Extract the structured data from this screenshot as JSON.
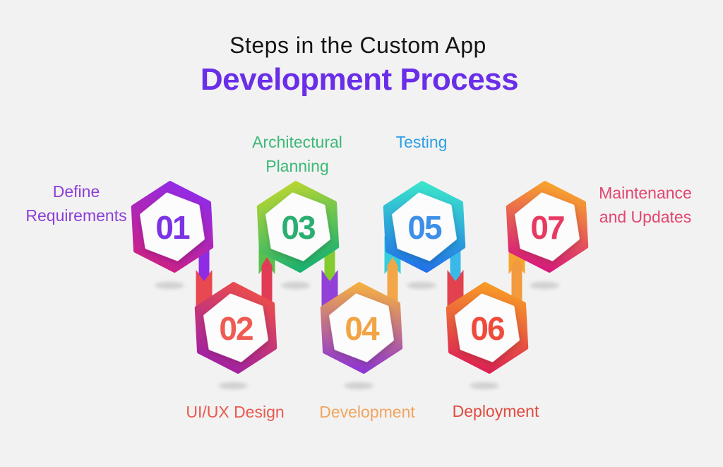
{
  "background_color": "#f3f2f2",
  "title": {
    "line1": "Steps in the Custom App",
    "line1_color": "#141414",
    "line2": "Development Process",
    "line2_color": "#6A2EE9"
  },
  "steps": [
    {
      "number": "01",
      "label": "Define Requirements",
      "label_line1": "Define",
      "label_line2": "Requirements",
      "label_color": "#8B3FD6",
      "hex_color_top": "#8F2BEA",
      "hex_color_bottom": "#D02080",
      "number_color": "#7B33E3"
    },
    {
      "number": "02",
      "label": "UI/UX Design",
      "label_line1": "UI/UX Design",
      "label_line2": "",
      "label_color": "#E85A50",
      "hex_color_top": "#EF5046",
      "hex_color_bottom": "#9C1DA9",
      "number_color": "#EF5B52"
    },
    {
      "number": "03",
      "label": "Architectural Planning",
      "label_line1": "Architectural",
      "label_line2": "Planning",
      "label_color": "#3CB878",
      "hex_color_top": "#B8D632",
      "hex_color_bottom": "#16B173",
      "number_color": "#2BAE72"
    },
    {
      "number": "04",
      "label": "Development",
      "label_line1": "Development",
      "label_line2": "",
      "label_color": "#EFA55F",
      "hex_color_top": "#F5B041",
      "hex_color_bottom": "#8C33D4",
      "number_color": "#F2A445"
    },
    {
      "number": "05",
      "label": "Testing",
      "label_line1": "Testing",
      "label_line2": "",
      "label_color": "#2B9FE5",
      "hex_color_top": "#3BE5CB",
      "hex_color_bottom": "#2170E8",
      "number_color": "#3D8FE8"
    },
    {
      "number": "06",
      "label": "Deployment",
      "label_line1": "Deployment",
      "label_line2": "",
      "label_color": "#E04B40",
      "hex_color_top": "#F89D25",
      "hex_color_bottom": "#DB1E55",
      "number_color": "#EF4A3B"
    },
    {
      "number": "07",
      "label": "Maintenance and Updates",
      "label_line1": "Maintenance",
      "label_line2": "and Updates",
      "label_color": "#E1466F",
      "hex_color_top": "#F8A62A",
      "hex_color_bottom": "#D51380",
      "number_color": "#E63A62"
    }
  ],
  "connectors": [
    {
      "from": "01",
      "to": "02",
      "direction": "down",
      "arrow_color": "#8E2BE5",
      "ribbon_color": "#E84850"
    },
    {
      "from": "02",
      "to": "03",
      "direction": "up",
      "arrow_color": "#E23B55",
      "ribbon_color": "#58C14B"
    },
    {
      "from": "03",
      "to": "04",
      "direction": "down",
      "arrow_color": "#84CB30",
      "ribbon_color": "#9240D8"
    },
    {
      "from": "04",
      "to": "05",
      "direction": "up",
      "arrow_color": "#F2A647",
      "ribbon_color": "#35CEDC"
    },
    {
      "from": "05",
      "to": "06",
      "direction": "down",
      "arrow_color": "#38B9E8",
      "ribbon_color": "#E2414E"
    },
    {
      "from": "06",
      "to": "07",
      "direction": "up",
      "arrow_color": "#F29A3E",
      "ribbon_color": "#F6A42F"
    }
  ]
}
